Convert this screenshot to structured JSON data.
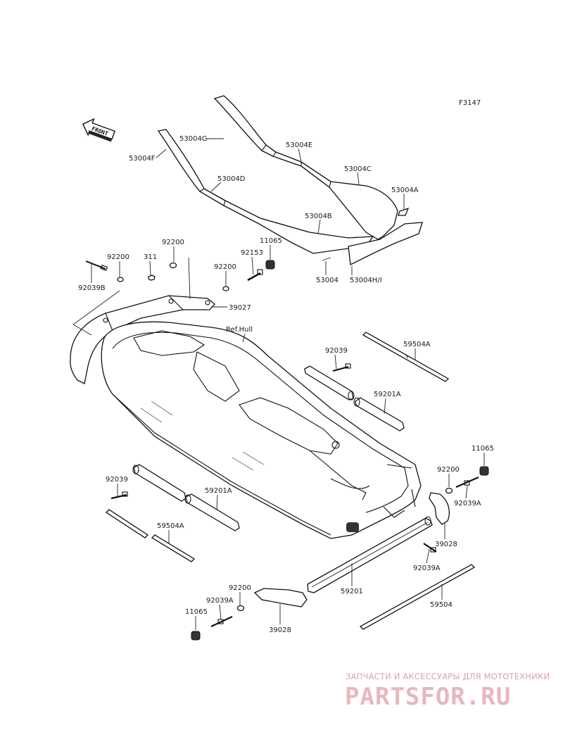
{
  "figure_code": "F3147",
  "front_arrow_text": "FRONT",
  "labels": {
    "p53004G": "53004G",
    "p53004E": "53004E",
    "p53004F": "53004F",
    "p53004C": "53004C",
    "p53004D": "53004D",
    "p53004A": "53004A",
    "p53004B": "53004B",
    "p53004": "53004",
    "p53004HI": "53004H/I",
    "p92200_top": "92200",
    "p11065_top": "11065",
    "p92200_left": "92200",
    "p311": "311",
    "p92153": "92153",
    "p92200_mid": "92200",
    "p92039B": "92039B",
    "p39027": "39027",
    "ref_hull": "Ref.Hull",
    "p92039_r": "92039",
    "p59504A_r": "59504A",
    "p59201A_r": "59201A",
    "p11065_r": "11065",
    "p92200_r": "92200",
    "p92039A_r": "92039A",
    "p92039_l": "92039",
    "p59201A_l": "59201A",
    "p59504A_l": "59504A",
    "p39028_r": "39028",
    "p92039A_r2": "92039A",
    "p92200_b": "92200",
    "p92039A_b": "92039A",
    "p59201": "59201",
    "p59504": "59504",
    "p11065_b": "11065",
    "p39028_b": "39028"
  },
  "watermark": {
    "top_text": "ЗАПЧАСТИ И АКСЕССУАРЫ ДЛЯ МОТОТЕХНИКИ",
    "logo_text": "PARTSFOR.RU"
  }
}
